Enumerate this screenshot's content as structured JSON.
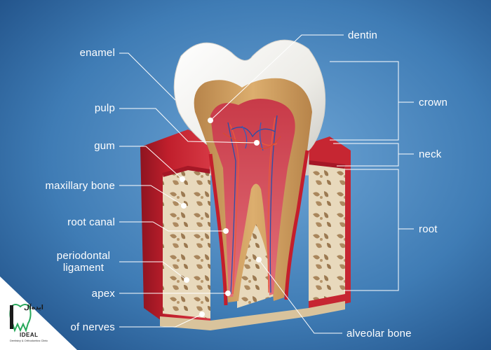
{
  "labels_left": {
    "enamel": "enamel",
    "pulp": "pulp",
    "gum": "gum",
    "maxillary_bone": "maxillary bone",
    "root_canal": "root canal",
    "periodontal_ligament_1": "periodontal",
    "periodontal_ligament_2": "ligament",
    "apex": "apex",
    "nerves": "of nerves"
  },
  "labels_right": {
    "dentin": "dentin",
    "crown": "crown",
    "neck": "neck",
    "root": "root",
    "alveolar_bone": "alveolar bone"
  },
  "logo": {
    "persian_text": "ایده‌آل",
    "name": "IDEAL",
    "subtitle": "Dentistry & Orthodontics Clinic"
  },
  "colors": {
    "background": "#3f7cb5",
    "gum": "#c01f2c",
    "bone": "#e6d6b8",
    "dentin": "#d7a460",
    "enamel": "#f1f1ee",
    "pulp": "#d8505a",
    "logo_accent": "#27a85a"
  }
}
